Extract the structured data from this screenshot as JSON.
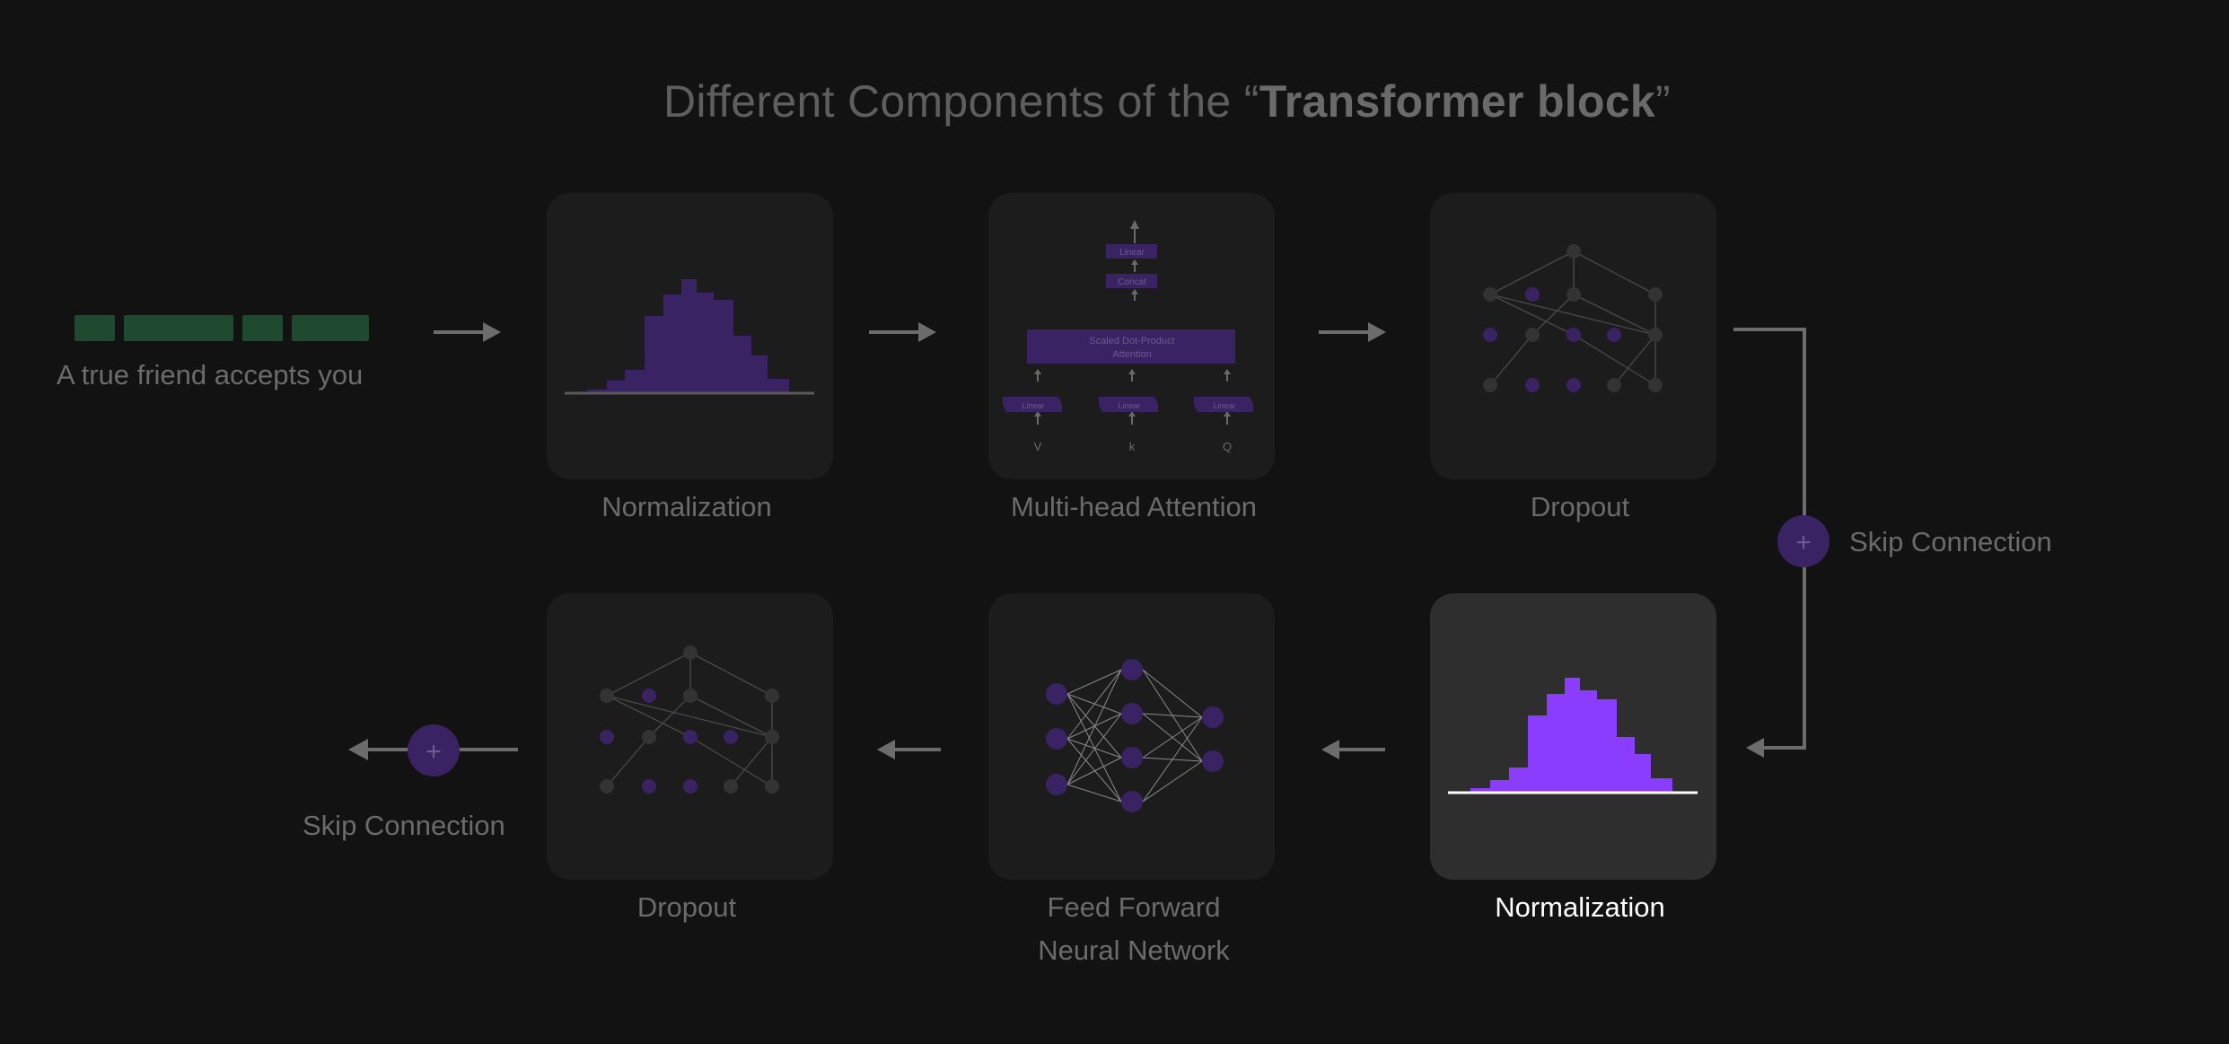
{
  "title": {
    "prefix": "Different Components of the “",
    "emphasis": "Transformer block",
    "suffix": "”"
  },
  "input": {
    "text": "A true friend accepts you"
  },
  "cards": {
    "norm1": "Normalization",
    "mha": "Multi-head Attention",
    "drop1": "Dropout",
    "norm2": "Normalization",
    "ffn_line1": "Feed Forward",
    "ffn_line2": "Neural Network",
    "drop2": "Dropout"
  },
  "attention": {
    "linear_top": "Linear",
    "concat": "Concat",
    "sdpa_line1": "Scaled Dot-Product",
    "sdpa_line2": "Attention",
    "linear_v": "Linear",
    "linear_k": "Linear",
    "linear_q": "Linear",
    "v": "V",
    "k": "k",
    "q": "Q"
  },
  "skip": {
    "label_right": "Skip Connection",
    "label_left": "Skip Connection",
    "plus": "+"
  },
  "colors": {
    "accent": "#8b3dff",
    "accent_dim": "#3a2363",
    "token_green": "#1f4a30",
    "card": "#1c1c1c",
    "card_active": "#2e2e2e"
  }
}
